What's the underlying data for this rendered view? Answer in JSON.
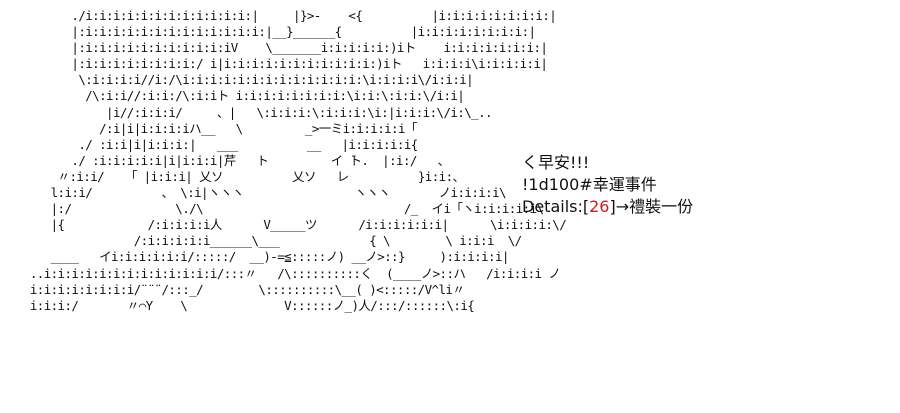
{
  "ascii_art": {
    "lines": [
      "        ./i:i:i:i:i:i:i:i:i:i:i:i:|     |}>-    <{          |i:i:i:i:i:i:i:i:|",
      "        |:i:i:i:i:i:i:i:i:i:i:i:i:i:|__}______{          |i:i:i:i:i:i:i:i:|",
      "        |:i:i:i:i:i:i:i:i:i:i:iV    \\_______i:i:i:i:i:)iト    i:i:i:i:i:i:i:|",
      "        |:i:i:i:i:i:i:i:i:/ i|i:i:i:i:i:i:i:i:i:i:i:)iト   i:i:i:i\\i:i:i:i:i|",
      "         \\:i:i:i:i//i:/\\i:i:i:i:i:i:i:i:i:i:i:i:i:\\i:i:i:i\\/i:i:i|",
      "          /\\:i:i//:i:i:/\\:i:iト i:i:i:i:i:i:i:i:\\i:i:\\:i:i:\\/i:i|",
      "             |i//:i:i:i/     、|   \\:i:i:i:\\:i:i:i:\\i:|i:i:i:\\/i:\\_..",
      "            /:i|i|i:i:i:iハ__   \\         _>一ミi:i:i:i:i「",
      "         ./ :i:i|i|i:i:i:|   ___          __   |i:i:i:i:i{",
      "        ./ :i:i:i:i:i|i|i:i:i|芹   ト         イ ̄ト.  |:i:/   、",
      "      〃:i:i/   「 |i:i:i| 乂ソ          乂ソ   レ          }i:i:、",
      "     l:i:i/          、 \\:i|ヽヽヽ                ヽヽヽ       ノi:i:i:i\\",
      "     |:/               \\./\\                             /_  イi「ヽi:i:i:i:i\\",
      "     |{            /:i:i:i:i人      V_____ツ      /i:i:i:i:i:i|      \\i:i:i:i:\\/",
      "                 /:i:i:i:i:i______\\___             { \\        \\ i:i:i  \\/",
      "     ____   イi:i:i:i:i:i/:::::/  __)-=≦:::::ノ) __ノ>::}     ):i:i:i:i|",
      "  ..i:i:i:i:i:i:i:i:i:i:i:i:i/:::〃   /\\::::::::::く  (____ノ>::ハ   /i:i:i:i ノ",
      "  i:i:i:i:i:i:i:i/¨¨¨/:::_/        \\::::::::::\\__( )<:::::/V^li〃",
      "  i:i:i:/       〃⌒Υ    \\              V::::::ノ_)人/:::/::::::\\:i{"
    ]
  },
  "caption": {
    "line1": "く早安!!!",
    "line2": "!1d100#幸運事件",
    "line3_prefix": "Details:[",
    "line3_value": "26",
    "line3_suffix": "]→禮裝一份"
  },
  "colors": {
    "text": "#111111",
    "highlight": "#cc1a1a",
    "background": "#ffffff"
  }
}
